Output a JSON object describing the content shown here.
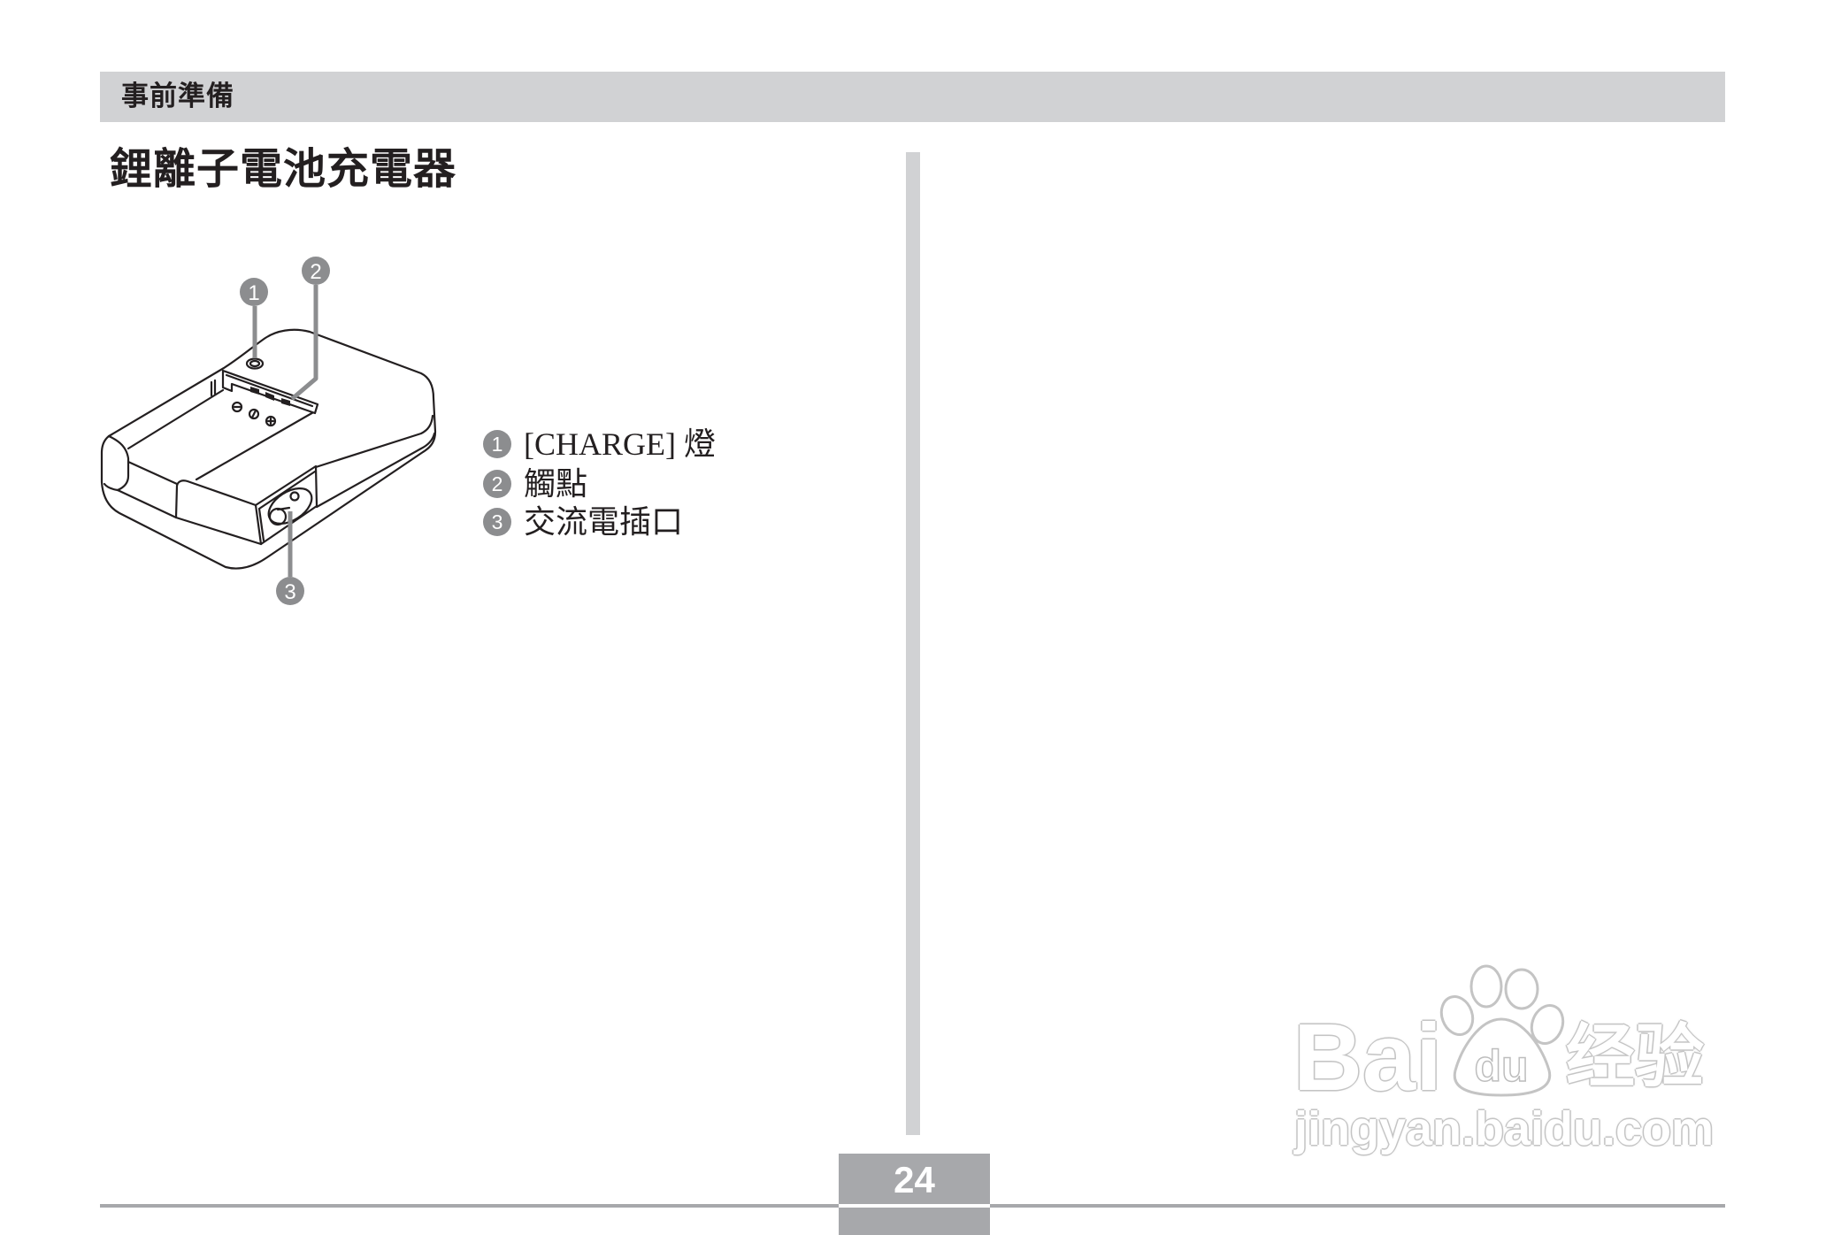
{
  "header": {
    "section_title": "事前準備"
  },
  "page": {
    "title": "鋰離子電池充電器",
    "page_number": "24"
  },
  "illustration": {
    "subject": "lithium-ion battery charger",
    "callouts": [
      "1",
      "2",
      "3"
    ]
  },
  "legend": {
    "items": [
      {
        "number": "1",
        "label": "[CHARGE] 燈"
      },
      {
        "number": "2",
        "label": "觸點"
      },
      {
        "number": "3",
        "label": "交流電插口"
      }
    ]
  },
  "watermark": {
    "brand_left": "Bai",
    "brand_paw": "du",
    "brand_cn": "经验",
    "url": "jingyan.baidu.com"
  },
  "colors": {
    "header_bar": "#d1d2d4",
    "divider": "#d1d2d4",
    "callout": "#8c8d8f",
    "page_box": "#a7a8ab",
    "text": "#231f20"
  }
}
